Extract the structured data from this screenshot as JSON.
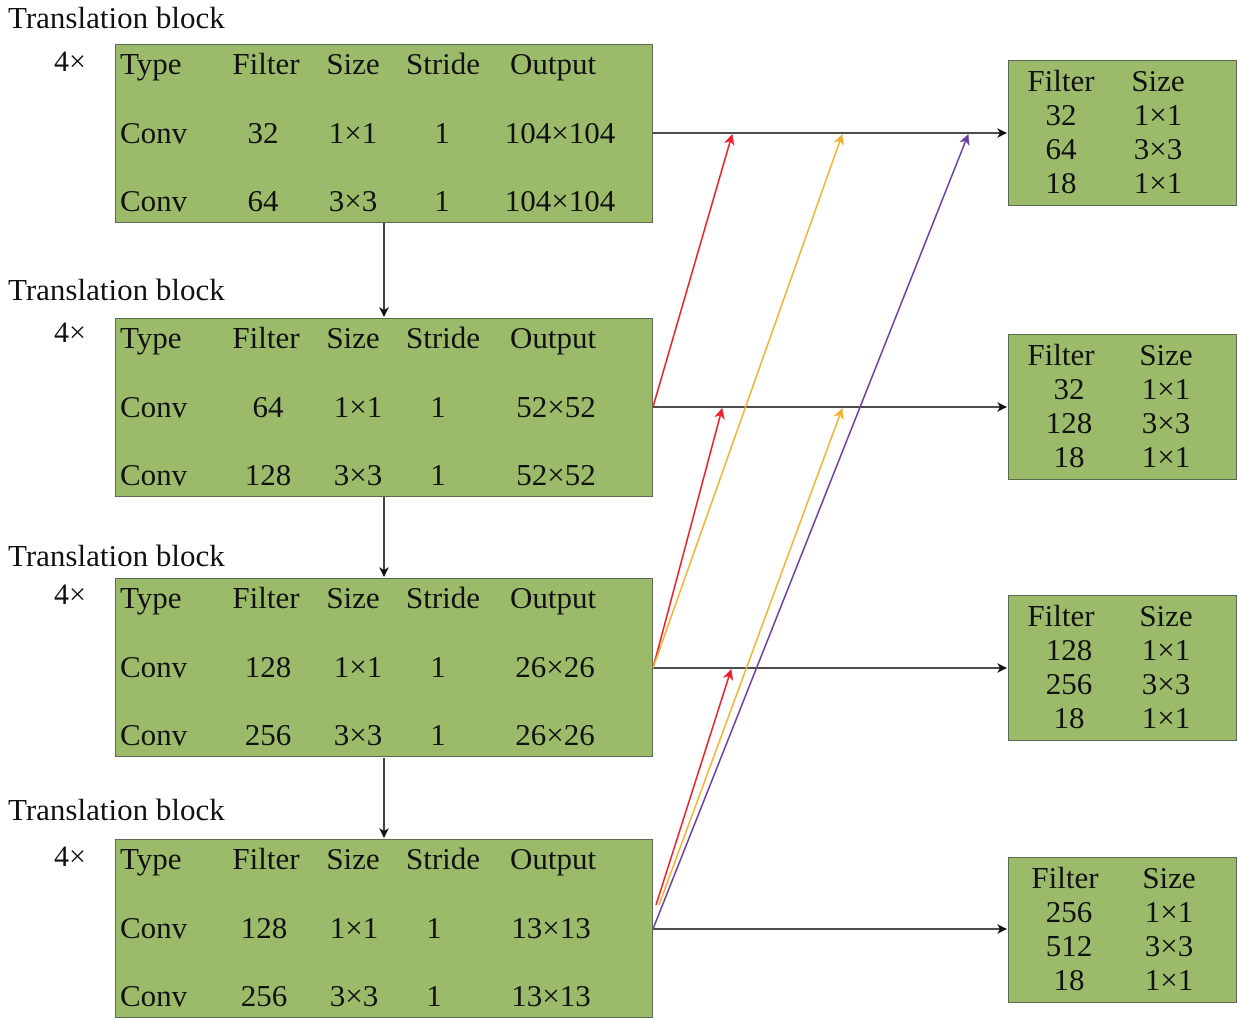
{
  "blocks": [
    {
      "title": "Translation block",
      "repeat": "4×",
      "headers": [
        "Type",
        "Filter",
        "Size",
        "Stride",
        "Output"
      ],
      "rows": [
        [
          "Conv",
          "32",
          "1×1",
          "1",
          "104×104"
        ],
        [
          "Conv",
          "64",
          "3×3",
          "1",
          "104×104"
        ]
      ]
    },
    {
      "title": "Translation block",
      "repeat": "4×",
      "headers": [
        "Type",
        "Filter",
        "Size",
        "Stride",
        "Output"
      ],
      "rows": [
        [
          "Conv",
          "64",
          "1×1",
          "1",
          "52×52"
        ],
        [
          "Conv",
          "128",
          "3×3",
          "1",
          "52×52"
        ]
      ]
    },
    {
      "title": "Translation block",
      "repeat": "4×",
      "headers": [
        "Type",
        "Filter",
        "Size",
        "Stride",
        "Output"
      ],
      "rows": [
        [
          "Conv",
          "128",
          "1×1",
          "1",
          "26×26"
        ],
        [
          "Conv",
          "256",
          "3×3",
          "1",
          "26×26"
        ]
      ]
    },
    {
      "title": "Translation block",
      "repeat": "4×",
      "headers": [
        "Type",
        "Filter",
        "Size",
        "Stride",
        "Output"
      ],
      "rows": [
        [
          "Conv",
          "128",
          "1×1",
          "1",
          "13×13"
        ],
        [
          "Conv",
          "256",
          "3×3",
          "1",
          "13×13"
        ]
      ]
    }
  ],
  "heads": [
    {
      "headers": [
        "Filter",
        "Size"
      ],
      "rows": [
        [
          "32",
          "1×1"
        ],
        [
          "64",
          "3×3"
        ],
        [
          "18",
          "1×1"
        ]
      ]
    },
    {
      "headers": [
        "Filter",
        "Size"
      ],
      "rows": [
        [
          "32",
          "1×1"
        ],
        [
          "128",
          "3×3"
        ],
        [
          "18",
          "1×1"
        ]
      ]
    },
    {
      "headers": [
        "Filter",
        "Size"
      ],
      "rows": [
        [
          "128",
          "1×1"
        ],
        [
          "256",
          "3×3"
        ],
        [
          "18",
          "1×1"
        ]
      ]
    },
    {
      "headers": [
        "Filter",
        "Size"
      ],
      "rows": [
        [
          "256",
          "1×1"
        ],
        [
          "512",
          "3×3"
        ],
        [
          "18",
          "1×1"
        ]
      ]
    }
  ],
  "colors": {
    "box_fill": "#9bbb6a",
    "arrow_black": "#111111",
    "arrow_red": "#e8202a",
    "arrow_yellow": "#f2b230",
    "arrow_purple": "#6a3fa0"
  }
}
